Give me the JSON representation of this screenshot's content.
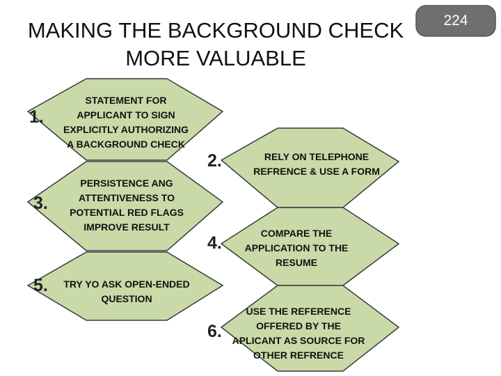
{
  "title": {
    "line1": "MAKING THE BACKGROUND CHECK",
    "line2": "MORE VALUABLE"
  },
  "page_number": "224",
  "colors": {
    "hex_fill": "#c9d9a8",
    "hex_stroke": "#3a3a3a",
    "badge_fill": "#6f6f6f"
  },
  "items": [
    {
      "number": "1.",
      "lines": [
        "STATEMENT FOR",
        "APPLICANT TO SIGN",
        "EXPLICITLY AUTHORIZING",
        "A BACKGROUND CHECK"
      ]
    },
    {
      "number": "2.",
      "lines": [
        "RELY ON TELEPHONE",
        "REFRENCE & USE A FORM"
      ]
    },
    {
      "number": "3.",
      "lines": [
        "PERSISTENCE ANG",
        "ATTENTIVENESS TO",
        "POTENTIAL RED FLAGS",
        "IMPROVE RESULT"
      ]
    },
    {
      "number": "4.",
      "lines": [
        "COMPARE THE",
        "APPLICATION TO THE",
        "RESUME"
      ]
    },
    {
      "number": "5.",
      "lines": [
        "TRY YO ASK OPEN-ENDED",
        "QUESTION"
      ]
    },
    {
      "number": "6.",
      "lines": [
        "USE THE REFERENCE",
        "OFFERED BY THE",
        "APLICANT AS SOURCE FOR",
        "OTHER REFRENCE"
      ]
    }
  ]
}
